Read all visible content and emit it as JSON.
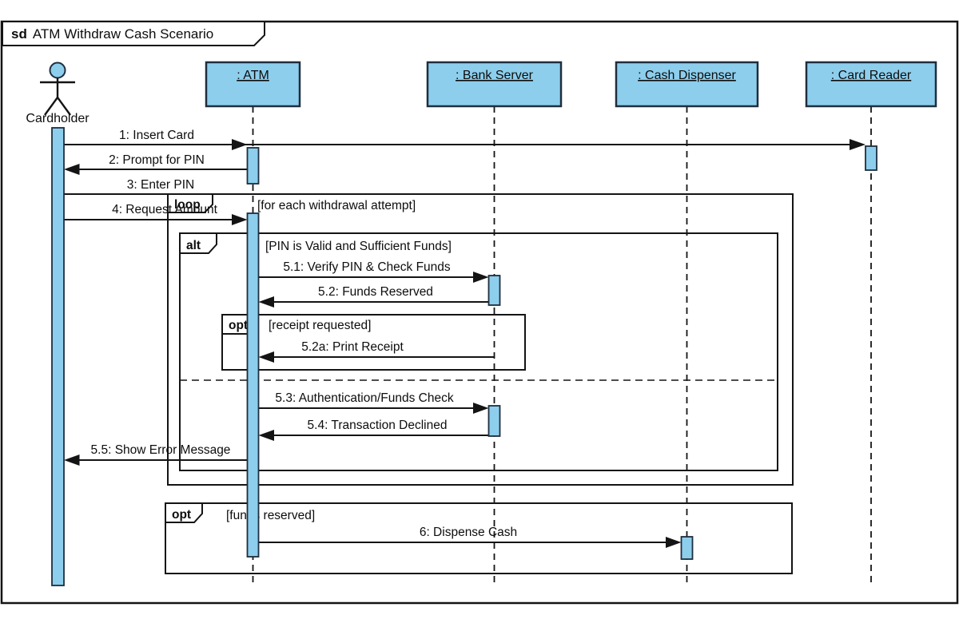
{
  "diagram": {
    "kind_label": "sd",
    "title": "ATM Withdraw Cash Scenario"
  },
  "actor": {
    "name": "Cardholder"
  },
  "lifelines": [
    {
      "name": ": ATM"
    },
    {
      "name": ": Bank Server"
    },
    {
      "name": ": Cash Dispenser"
    },
    {
      "name": ": Card Reader"
    }
  ],
  "messages": [
    {
      "label": "1: Insert Card"
    },
    {
      "label": "2: Prompt for PIN"
    },
    {
      "label": "3: Enter PIN"
    },
    {
      "label": "4: Request Amount"
    },
    {
      "label": "5.1: Verify PIN & Check Funds"
    },
    {
      "label": "5.2: Funds Reserved"
    },
    {
      "label": "5.2a: Print Receipt"
    },
    {
      "label": "5.3: Authentication/Funds Check"
    },
    {
      "label": "5.4: Transaction Declined"
    },
    {
      "label": "5.5: Show Error Message"
    },
    {
      "label": "6: Dispense Cash"
    }
  ],
  "fragments": [
    {
      "operator": "loop",
      "guard": "[for each withdrawal attempt]"
    },
    {
      "operator": "alt",
      "guard": "[PIN is Valid and Sufficient Funds]"
    },
    {
      "operator": "opt",
      "guard": "[receipt requested]"
    },
    {
      "operator": "opt",
      "guard": "[funds reserved]"
    }
  ],
  "colors": {
    "element_fill": "#8dceec",
    "border": "#141414",
    "box_border": "#1e2e3e",
    "background": "#ffffff"
  }
}
